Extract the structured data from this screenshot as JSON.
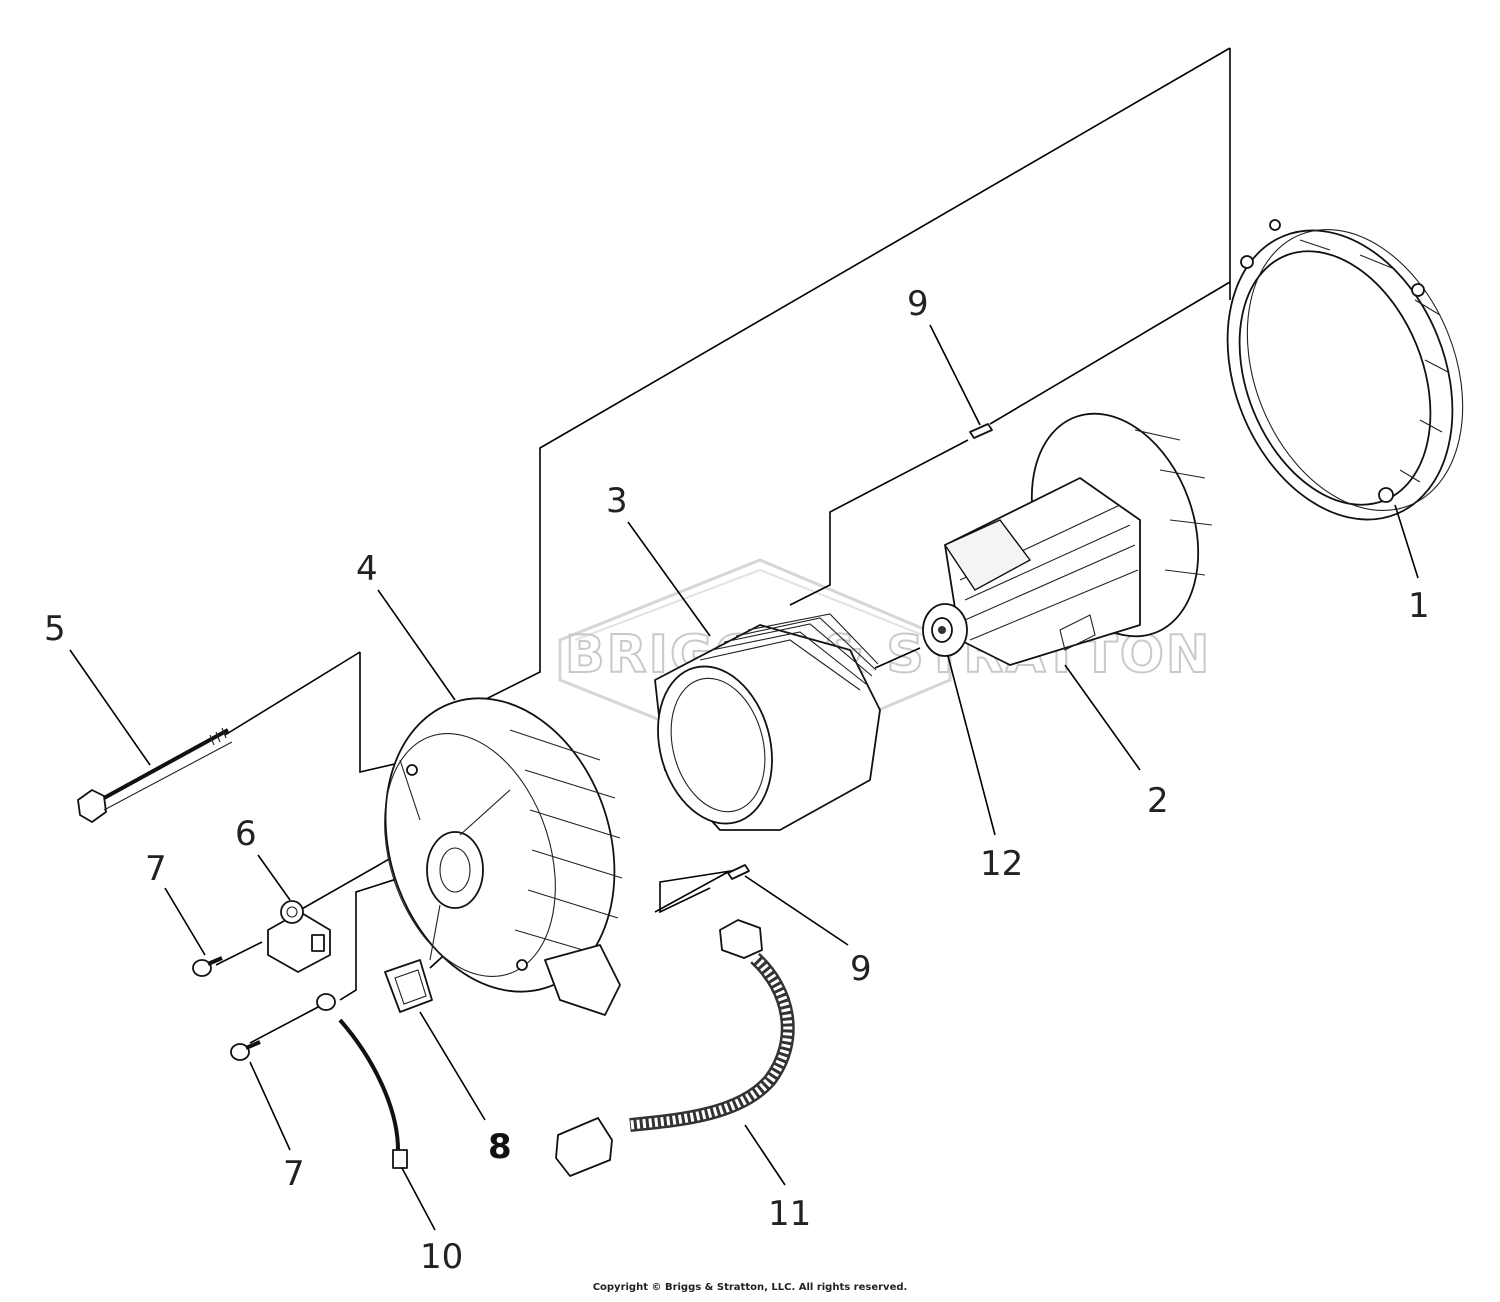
{
  "watermark": {
    "text": "BRIGGS & STRATTON"
  },
  "callouts": {
    "c1": "1",
    "c2": "2",
    "c3": "3",
    "c4": "4",
    "c5": "5",
    "c6": "6",
    "c7a": "7",
    "c7b": "7",
    "c8": "8",
    "c9a": "9",
    "c9b": "9",
    "c10": "10",
    "c11": "11",
    "c12": "12"
  },
  "footer": {
    "copyright": "Copyright © Briggs & Stratton, LLC. All rights reserved."
  }
}
